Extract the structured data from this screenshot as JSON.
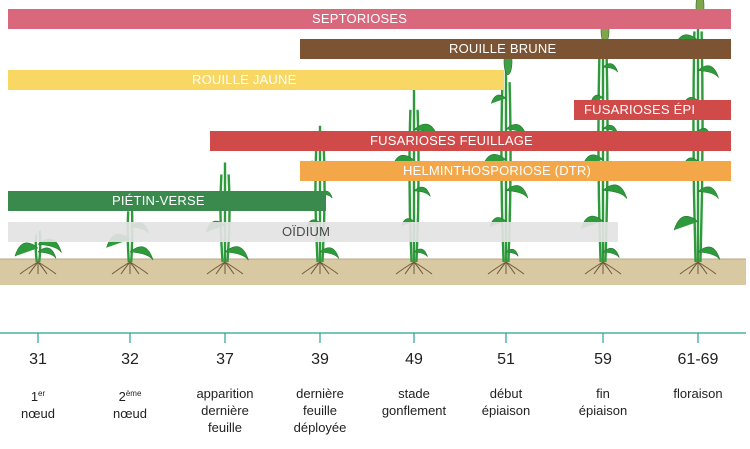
{
  "colors": {
    "septorioses": "#d9687d",
    "rouille_brune": "#7c5434",
    "rouille_jaune": "#f8d764",
    "fusarioses_epi": "#d04a4a",
    "fusarioses_feuillage": "#d04a4a",
    "helminthosporiose": "#f3a748",
    "pietin_verse": "#3a8a4d",
    "oidium": "#e3e3e3",
    "soil": "#d9c9a3",
    "plant": "#2e9a3c",
    "axis": "#2aa098"
  },
  "diseases": {
    "septorioses": "SEPTORIOSES",
    "rouille_brune": "ROUILLE BRUNE",
    "rouille_jaune": "ROUILLE JAUNE",
    "fusarioses_epi": "FUSARIOSES ÉPI",
    "fusarioses_feuillage": "FUSARIOSES FEUILLAGE",
    "helminthosporiose": "HELMINTHOSPORIOSE  (DTR)",
    "pietin_verse": "PIÉTIN-VERSE",
    "oidium": "OÏDIUM"
  },
  "stages": [
    {
      "code": "31",
      "ord": "1",
      "sup": "er",
      "desc": "nœud"
    },
    {
      "code": "32",
      "ord": "2",
      "sup": "ème",
      "desc": "nœud"
    },
    {
      "code": "37",
      "line1": "apparition",
      "line2": "dernière",
      "line3": "feuille"
    },
    {
      "code": "39",
      "line1": "dernière",
      "line2": "feuille",
      "line3": "déployée"
    },
    {
      "code": "49",
      "line1": "stade",
      "line2": "gonflement",
      "line3": ""
    },
    {
      "code": "51",
      "line1": "début",
      "line2": "épiaison",
      "line3": ""
    },
    {
      "code": "59",
      "line1": "fin",
      "line2": "épiaison",
      "line3": ""
    },
    {
      "code": "61-69",
      "line1": "floraison",
      "line2": "",
      "line3": ""
    }
  ],
  "plant_growth_levels": [
    0.12,
    0.22,
    0.38,
    0.52,
    0.66,
    0.78,
    0.9,
    1.0
  ],
  "ear_visible": [
    false,
    false,
    false,
    false,
    false,
    true,
    true,
    true
  ]
}
